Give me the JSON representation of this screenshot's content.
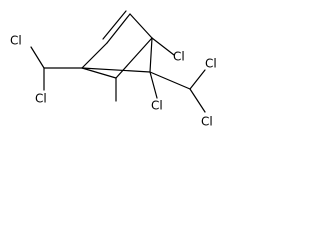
{
  "molecule": {
    "atom_labels": [
      {
        "id": "cl1",
        "text": "Cl"
      },
      {
        "id": "cl2",
        "text": "Cl"
      },
      {
        "id": "cl3",
        "text": "Cl"
      },
      {
        "id": "cl4",
        "text": "Cl"
      },
      {
        "id": "cl5",
        "text": "Cl"
      },
      {
        "id": "cl6",
        "text": "Cl"
      }
    ],
    "colors": {
      "bond": "#000000",
      "label": "#000000",
      "background": "#ffffff"
    }
  }
}
